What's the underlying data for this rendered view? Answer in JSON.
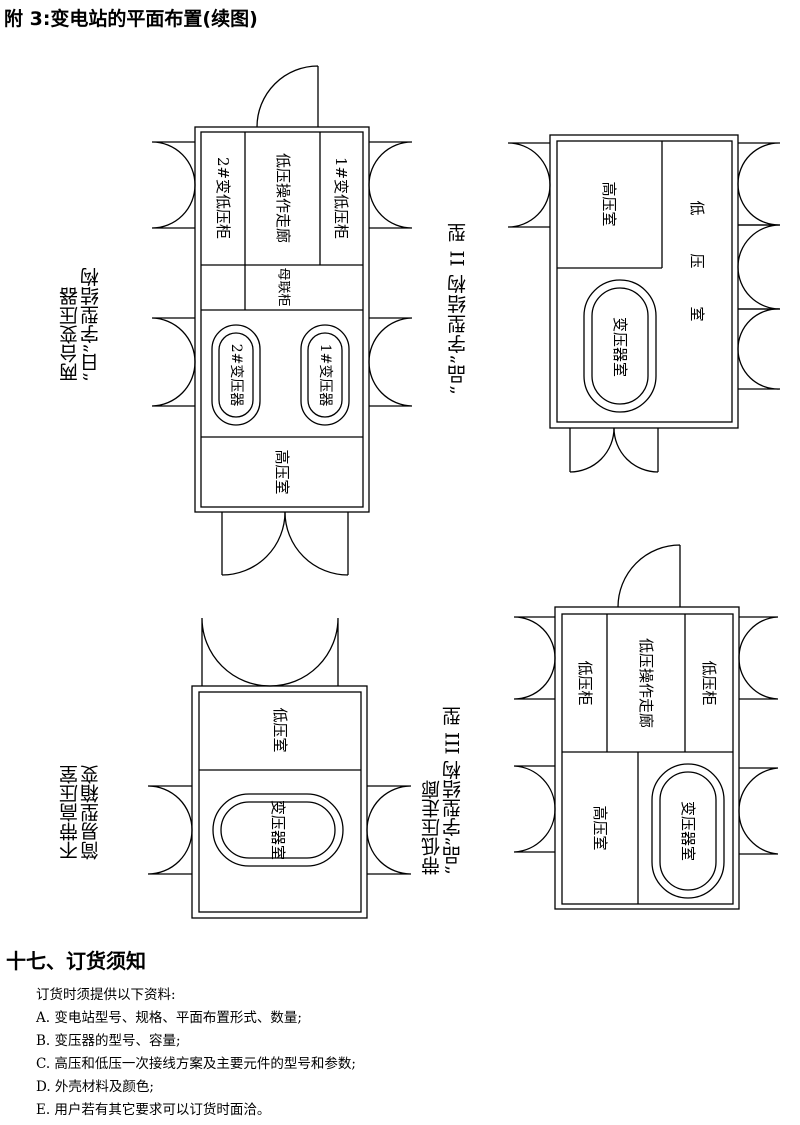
{
  "page": {
    "title": "附 3:变电站的平面布置(续图)"
  },
  "layouts": {
    "ri": {
      "caption": [
        "“日”字型结构",
        "两台变压器"
      ],
      "rooms": {
        "tr2_lv_cabinet": "2#变低压柜",
        "lv_corridor": "低压操作走廊",
        "tr1_lv_cabinet": "1#变低压柜",
        "bus_tie": "母联柜",
        "transformer_2": "2#变压器",
        "transformer_1": "1#变压器",
        "hv_room": "高压室"
      }
    },
    "pin2": {
      "caption": [
        "“品”字型结构",
        "II 型"
      ],
      "rooms": {
        "hv_room": "高压室",
        "lv_room": "低压室",
        "transformer": "变压器室"
      }
    },
    "simple": {
      "caption": [
        "简易型箱变",
        "不带高压室"
      ],
      "rooms": {
        "lv_room": "低压室",
        "transformer": "变压器室"
      }
    },
    "pin3": {
      "caption": [
        "“品”字型结构",
        "III 型",
        "带低压走廊"
      ],
      "rooms": {
        "lv_cabinet_left": "低压柜",
        "lv_corridor": "低压操作走廊",
        "lv_cabinet_right": "低压柜",
        "hv_room": "高压室",
        "transformer": "变压器室"
      }
    }
  },
  "ordering": {
    "heading": "十七、订货须知",
    "intro": "订货时须提供以下资料:",
    "items": [
      "A. 变电站型号、规格、平面布置形式、数量;",
      "B. 变压器的型号、容量;",
      "C. 高压和低压一次接线方案及主要元件的型号和参数;",
      "D. 外壳材料及颜色;",
      "E. 用户若有其它要求可以订货时面洽。"
    ]
  }
}
